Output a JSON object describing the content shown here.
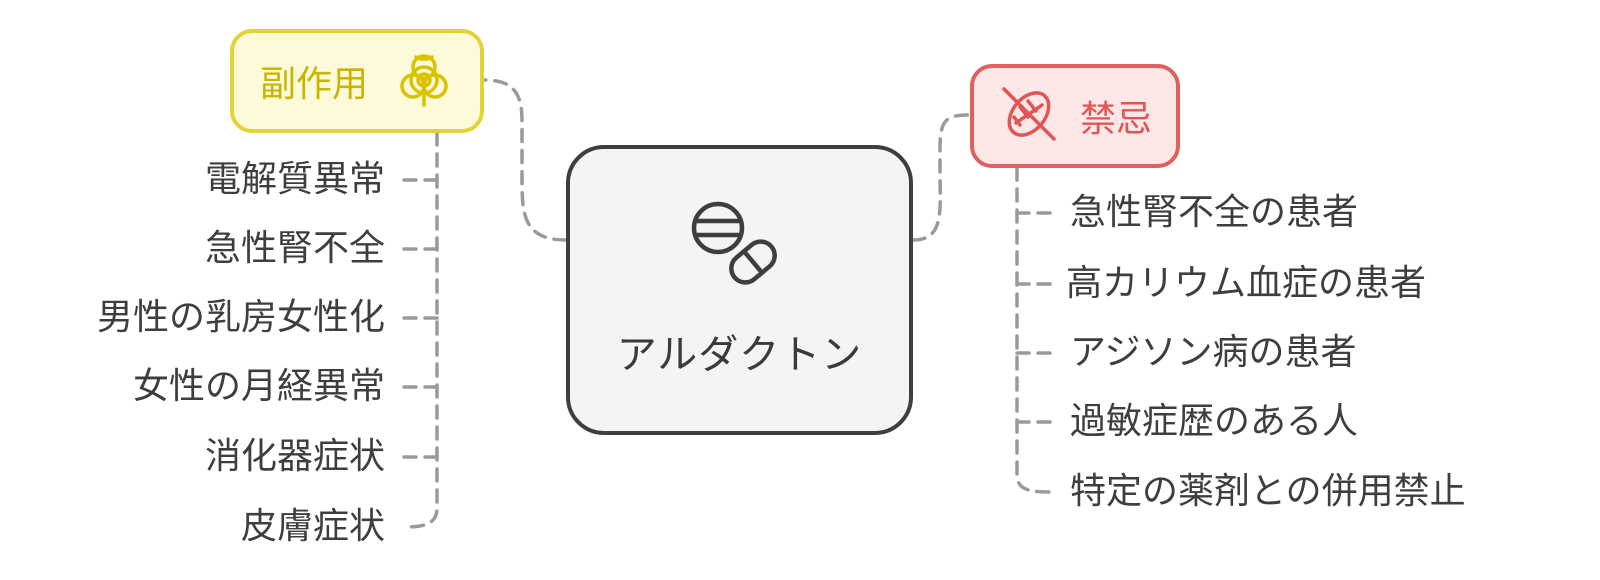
{
  "center": {
    "label": "アルダクトン",
    "icon": "pills-icon"
  },
  "side_effects": {
    "label": "副作用",
    "icon": "biohazard-icon",
    "accent": "#e2d437",
    "items": [
      "電解質異常",
      "急性腎不全",
      "男性の乳房女性化",
      "女性の月経異常",
      "消化器症状",
      "皮膚症状"
    ]
  },
  "contraindications": {
    "label": "禁忌",
    "icon": "no-allergen-icon",
    "accent": "#e06060",
    "items": [
      "急性腎不全の患者",
      "高カリウム血症の患者",
      "アジソン病の患者",
      "過敏症歴のある人",
      "特定の薬剤との併用禁止"
    ]
  },
  "colors": {
    "line": "#9a9a9a",
    "center_border": "#3e3e3e",
    "text": "#3e3e3e"
  }
}
